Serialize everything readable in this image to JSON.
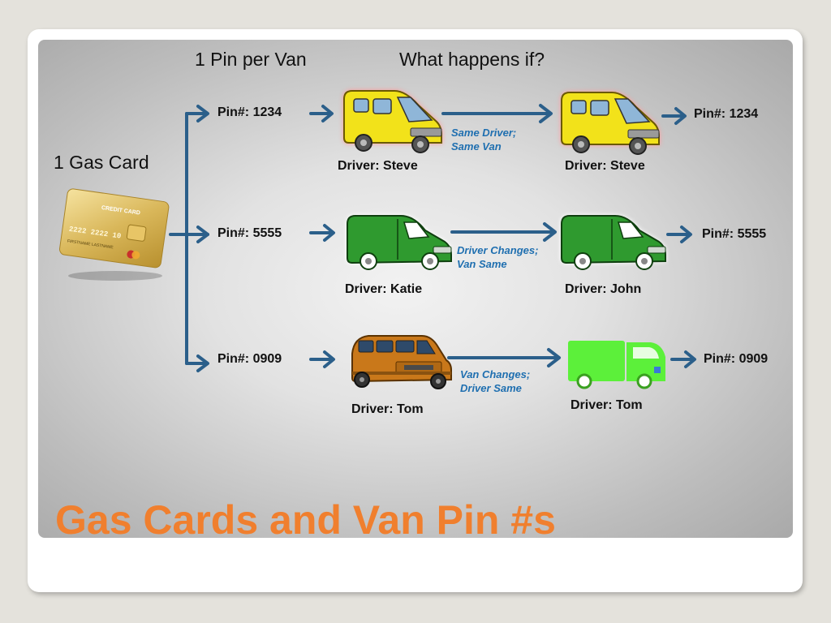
{
  "slide": {
    "title": "Gas Cards and Van Pin #s",
    "title_color": "#f07f2e"
  },
  "headings": {
    "pin_per_van": "1 Pin per Van",
    "what_happens": "What happens if?",
    "gas_card": "1 Gas Card"
  },
  "card_text": {
    "brand": "CREDIT CARD",
    "number": "2222  2222 10",
    "holder": "FIRSTNAME LASTNAME"
  },
  "rows": [
    {
      "pin_left": "Pin#: 1234",
      "driver_left": "Driver: Steve",
      "note_line1": "Same Driver;",
      "note_line2": "Same Van",
      "driver_right": "Driver: Steve",
      "pin_right": "Pin#: 1234",
      "van_left": "yellow-van-icon",
      "van_right": "yellow-van-icon"
    },
    {
      "pin_left": "Pin#: 5555",
      "driver_left": "Driver: Katie",
      "note_line1": "Driver Changes;",
      "note_line2": "Van Same",
      "driver_right": "Driver: John",
      "pin_right": "Pin#: 5555",
      "van_left": "green-van-icon",
      "van_right": "green-van-icon"
    },
    {
      "pin_left": "Pin#: 0909",
      "driver_left": "Driver: Tom",
      "note_line1": "Van Changes;",
      "note_line2": "Driver Same",
      "driver_right": "Driver: Tom",
      "pin_right": "Pin#: 0909",
      "van_left": "orange-minivan-icon",
      "van_right": "lime-truck-icon"
    }
  ],
  "colors": {
    "arrow": "#2b5f8a",
    "note_text": "#1f6fb0",
    "yellow_van": "#f2e21a",
    "green_van": "#2f9a2f",
    "orange_van": "#c9781a",
    "lime_truck": "#5cf03a"
  }
}
